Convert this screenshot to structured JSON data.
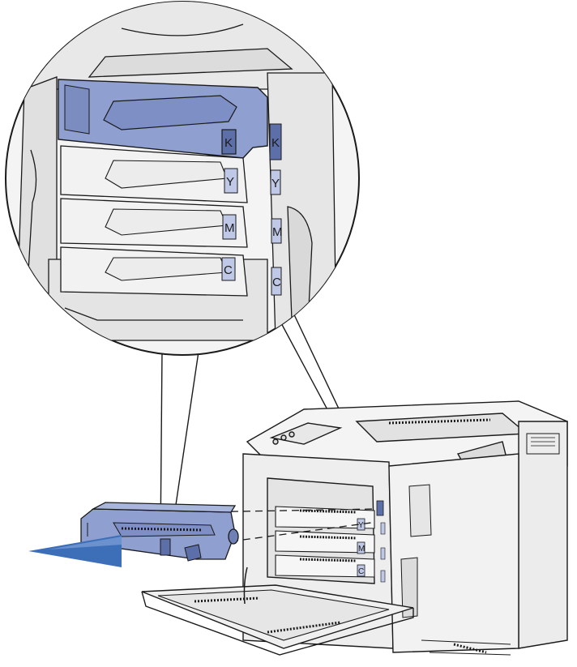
{
  "colors": {
    "cartridge": "#8fa0d0",
    "cartridge_dark": "#5d6fa8",
    "arrow": "#3d6fb8",
    "line": "#1a1a1a",
    "body": "#f4f4f4",
    "shadow": "#cfcfcf"
  },
  "slots": [
    {
      "label": "K",
      "highlighted": true
    },
    {
      "label": "Y",
      "highlighted": false
    },
    {
      "label": "M",
      "highlighted": false
    },
    {
      "label": "C",
      "highlighted": false
    }
  ],
  "side_labels": [
    "K",
    "Y",
    "M",
    "C"
  ],
  "printer_slot_labels": [
    "Y",
    "M",
    "C"
  ]
}
